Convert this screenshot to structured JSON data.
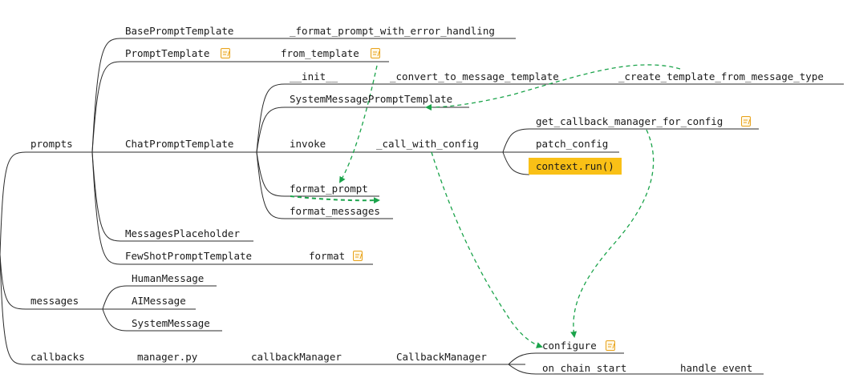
{
  "nodes": {
    "prompts": "prompts",
    "base_prompt_template": "BasePromptTemplate",
    "format_prompt_with_error_handling": "_format_prompt_with_error_handling",
    "prompt_template": "PromptTemplate",
    "from_template": "from_template",
    "init": "__init__",
    "convert_to_message_template": "_convert_to_message_template",
    "create_template_from_message_type": "_create_template_from_message_type",
    "system_message_prompt_template": "SystemMessagePromptTemplate",
    "chat_prompt_template": "ChatPromptTemplate",
    "invoke": "invoke",
    "call_with_config": "_call_with_config",
    "get_callback_manager_for_config": "get_callback_manager_for_config",
    "patch_config": "patch_config",
    "context_run": "context.run()",
    "format_prompt": "format_prompt",
    "format_messages": "format_messages",
    "messages_placeholder": "MessagesPlaceholder",
    "few_shot_prompt_template": "FewShotPromptTemplate",
    "format": "format",
    "messages": "messages",
    "human_message": "HumanMessage",
    "ai_message": "AIMessage",
    "system_message": "SystemMessage",
    "callbacks": "callbacks",
    "manager_py": "manager.py",
    "callback_manager_lower": "callbackManager",
    "callback_manager": "CallbackManager",
    "configure": "configure",
    "on_chain_start": "on_chain_start",
    "handle_event": "handle_event"
  },
  "icons": {
    "note_icon": "note-icon"
  },
  "colors": {
    "line": "#2b2b2b",
    "arrow": "#1aa34a",
    "highlight": "#f9c016",
    "note": "#e8a21a"
  }
}
